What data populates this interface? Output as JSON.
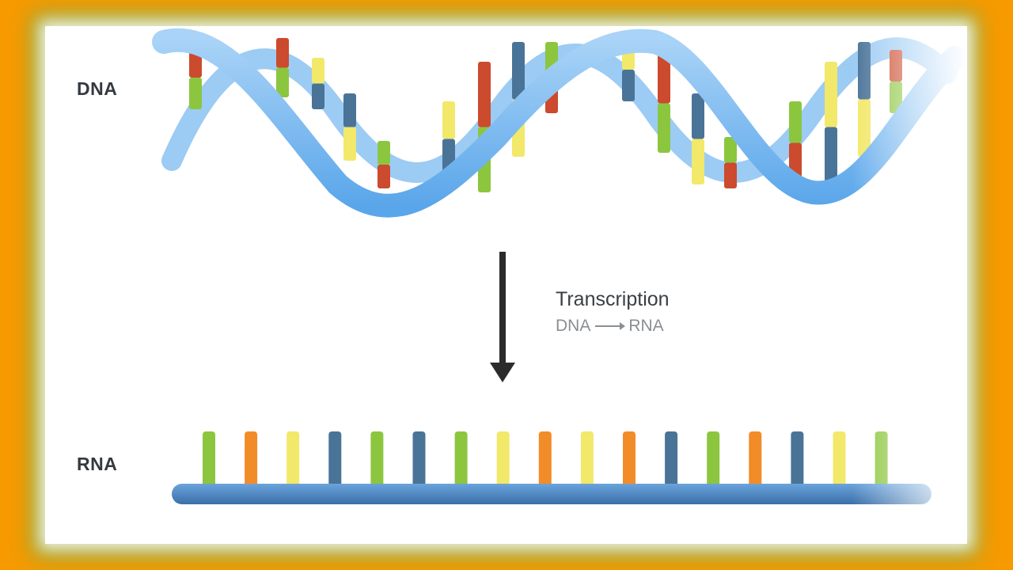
{
  "labels": {
    "dna": "DNA",
    "rna": "RNA"
  },
  "transcription": {
    "title": "Transcription",
    "from": "DNA",
    "to": "RNA"
  },
  "colors": {
    "frame": "#f79a00",
    "helix_ribbon": "#7dbcf0",
    "helix_ribbon_dark": "#4a9be8",
    "backbone": "#4f88c6",
    "base_red": "#cc4a2e",
    "base_green": "#8cc63f",
    "base_yellow": "#f2e86a",
    "base_blue": "#4a7398",
    "base_orange": "#f28c28"
  },
  "rna_bases": [
    "green",
    "orange",
    "yellow",
    "blue",
    "green",
    "blue",
    "green",
    "yellow",
    "orange",
    "yellow",
    "orange",
    "blue",
    "green",
    "orange",
    "blue",
    "yellow",
    "green"
  ]
}
